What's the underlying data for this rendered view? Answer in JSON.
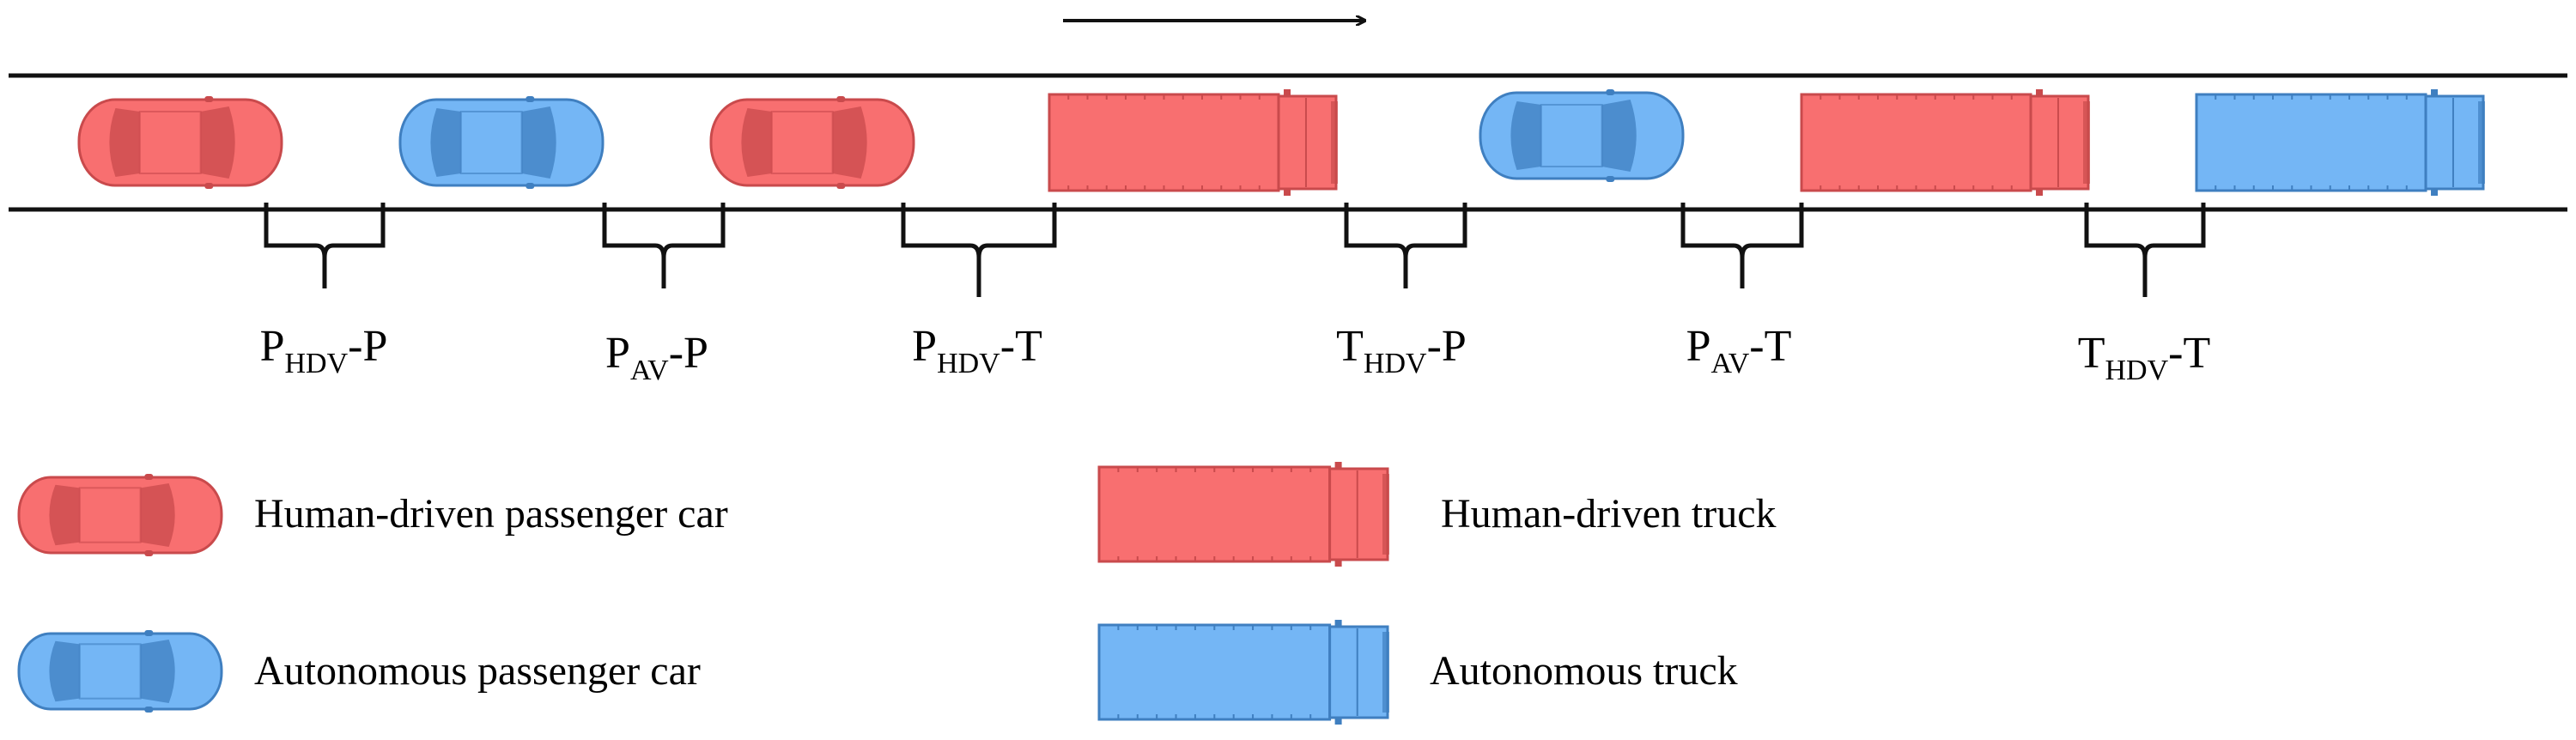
{
  "colors": {
    "human_driven": "#f86f70",
    "human_driven_dark": "#c94a4c",
    "autonomous": "#74b6f5",
    "autonomous_dark": "#3f7fc0",
    "line": "#111111"
  },
  "road": {
    "vehicles": [
      {
        "kind": "car",
        "type": "human"
      },
      {
        "kind": "car",
        "type": "autonomous"
      },
      {
        "kind": "car",
        "type": "human"
      },
      {
        "kind": "truck",
        "type": "human"
      },
      {
        "kind": "car",
        "type": "autonomous"
      },
      {
        "kind": "truck",
        "type": "human"
      },
      {
        "kind": "truck",
        "type": "autonomous"
      }
    ],
    "gaps": [
      {
        "main": "P",
        "sub": "HDV",
        "tail": "-P"
      },
      {
        "main": "P",
        "sub": "AV",
        "tail": "-P"
      },
      {
        "main": "P",
        "sub": "HDV",
        "tail": "-T"
      },
      {
        "main": "T",
        "sub": "HDV",
        "tail": "-P"
      },
      {
        "main": "P",
        "sub": "AV",
        "tail": "-T"
      },
      {
        "main": "T",
        "sub": "HDV",
        "tail": "-T"
      }
    ]
  },
  "legend": [
    {
      "kind": "car",
      "type": "human",
      "label": "Human-driven passenger car"
    },
    {
      "kind": "car",
      "type": "autonomous",
      "label": "Autonomous passenger car"
    },
    {
      "kind": "truck",
      "type": "human",
      "label": "Human-driven truck"
    },
    {
      "kind": "truck",
      "type": "autonomous",
      "label": "Autonomous truck"
    }
  ]
}
